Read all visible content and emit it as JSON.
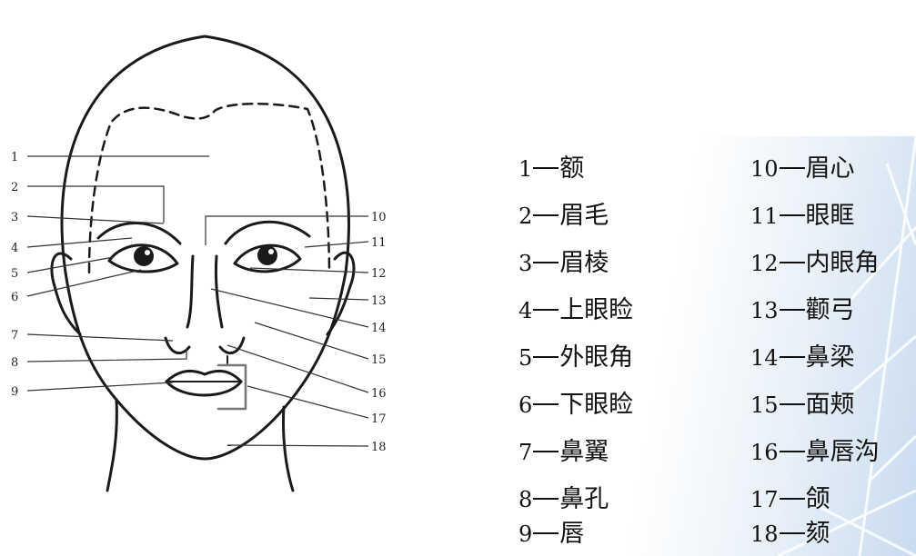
{
  "callouts_left": [
    "1",
    "2",
    "3",
    "4",
    "5",
    "6",
    "7",
    "8",
    "9"
  ],
  "callouts_right": [
    "10",
    "11",
    "12",
    "13",
    "14",
    "15",
    "16",
    "17",
    "18"
  ],
  "legend": [
    {
      "num": "1",
      "term": "额"
    },
    {
      "num": "2",
      "term": "眉毛"
    },
    {
      "num": "3",
      "term": "眉棱"
    },
    {
      "num": "4",
      "term": "上眼睑"
    },
    {
      "num": "5",
      "term": "外眼角"
    },
    {
      "num": "6",
      "term": "下眼睑"
    },
    {
      "num": "7",
      "term": "鼻翼"
    },
    {
      "num": "8",
      "term": "鼻孔"
    },
    {
      "num": "9",
      "term": "唇"
    },
    {
      "num": "10",
      "term": "眉心"
    },
    {
      "num": "11",
      "term": "眼眶"
    },
    {
      "num": "12",
      "term": "内眼角"
    },
    {
      "num": "13",
      "term": "颧弓"
    },
    {
      "num": "14",
      "term": "鼻梁"
    },
    {
      "num": "15",
      "term": "面颊"
    },
    {
      "num": "16",
      "term": "鼻唇沟"
    },
    {
      "num": "17",
      "term": "颌"
    },
    {
      "num": "18",
      "term": "颏"
    }
  ]
}
